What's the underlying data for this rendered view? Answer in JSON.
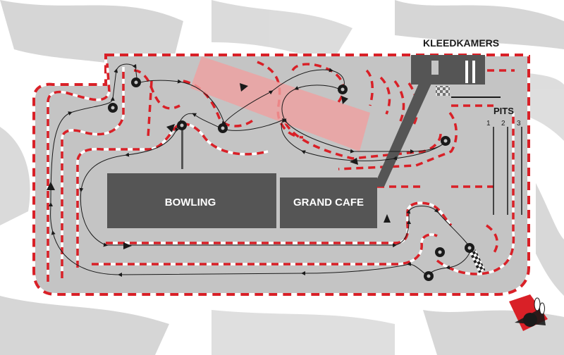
{
  "map": {
    "labels": {
      "changing_rooms": "KLEEDKAMERS",
      "pits": "PITS",
      "bowling": "BOWLING",
      "grand_cafe": "GRAND CAFE"
    },
    "pit_lanes": [
      "1",
      "2",
      "3"
    ],
    "colors": {
      "track_surface": "#c4c4c4",
      "kerb_red": "#d92027",
      "kerb_white": "#ffffff",
      "building": "#555555",
      "bridge_overlay": "#f0a0a0",
      "racing_line": "#1a1a1a",
      "flag_dark": "#d2d2d2"
    },
    "icons": [
      "tyre-marker-icon",
      "direction-arrow-icon",
      "start-finish-checker-icon",
      "bowling-logo-icon"
    ]
  }
}
